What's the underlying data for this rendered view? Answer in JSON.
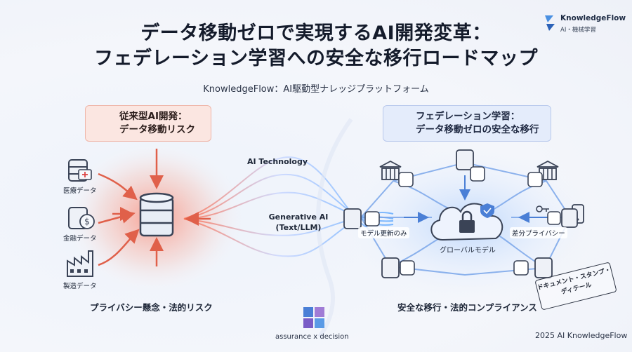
{
  "header": {
    "title_line1": "データ移動ゼロで実現するAI開発変革：",
    "title_line2": "フェデレーション学習への安全な移行ロードマップ",
    "subtitle": "KnowledgeFlow：AI駆動型ナレッジプラットフォーム"
  },
  "brand": {
    "name": "KnowledgeFlow",
    "tagline": "AI・機械学習"
  },
  "left": {
    "heading_line1": "従来型AI開発：",
    "heading_line2": "データ移動リスク",
    "sources": [
      "医療データ",
      "金融データ",
      "製造データ"
    ],
    "bottom_label": "プライバシー懸念・法的リスク"
  },
  "middle": {
    "ai_technology": "AI Technology",
    "generative_line1": "Generative AI",
    "generative_line2": "(Text/LLM)"
  },
  "right": {
    "heading_line1": "フェデレーション学習：",
    "heading_line2": "データ移動ゼロの安全な移行",
    "model_update": "モデル更新のみ",
    "differential_privacy": "差分プライバシー",
    "global_model": "グローバルモデル",
    "bottom_label": "安全な移行・法的コンプライアンス"
  },
  "stamp": {
    "line1": "ドキュメント・スタンプ・",
    "line2": "ディテール"
  },
  "footer": {
    "logo_text": "assurance x decision",
    "copyright": "2025 AI KnowledgeFlow"
  },
  "colors": {
    "risk": "#e8503a",
    "safe": "#3b6fd8",
    "accent": "#4a90e2"
  },
  "icons": [
    "warning-icon",
    "shield-icon",
    "database-icon",
    "medical-icon",
    "dollar-icon",
    "factory-icon",
    "bank-icon",
    "brain-icon",
    "cloud-lock-icon",
    "key-icon",
    "phone-icon"
  ]
}
